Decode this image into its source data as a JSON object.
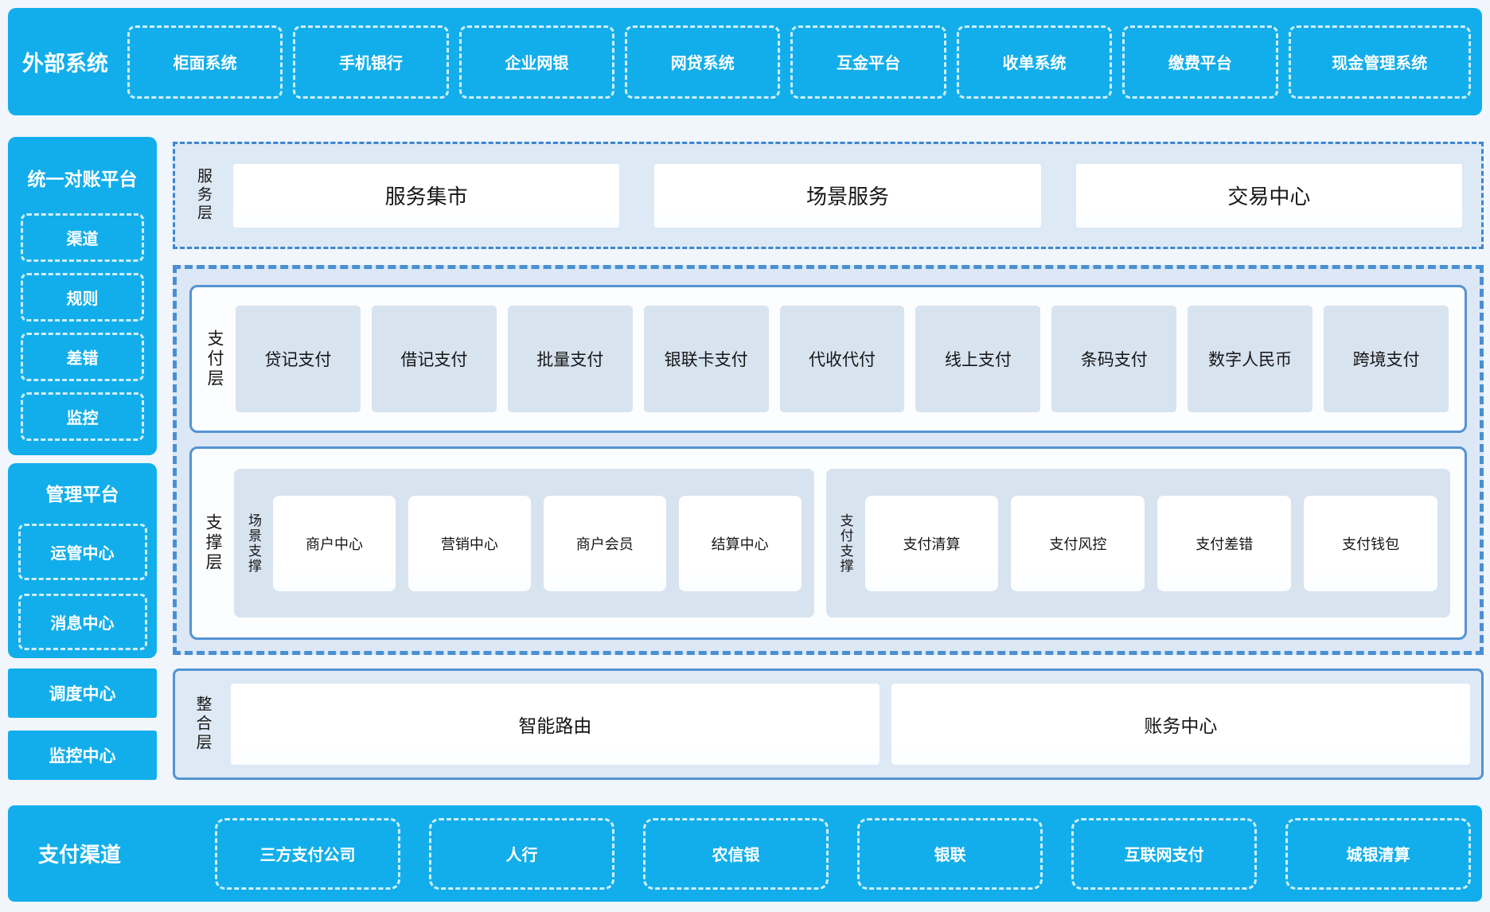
{
  "colors": {
    "banner_blue": "#12aeeb",
    "section_bg": "#dde9f5",
    "solid_border_blue": "#5493d3",
    "dashed_border_blue": "#4a8fd3",
    "lite_node_bg": "#d8e3f0",
    "page_bg": "#f0f6fc"
  },
  "top_banner": {
    "title": "外部系统",
    "items": [
      "柜面系统",
      "手机银行",
      "企业网银",
      "网贷系统",
      "互金平台",
      "收单系统",
      "缴费平台",
      "现金管理系统"
    ]
  },
  "sidebar": {
    "recon_platform": {
      "title": "统一对账平台",
      "items": [
        "渠道",
        "规则",
        "差错",
        "监控"
      ]
    },
    "mgmt_platform": {
      "title": "管理平台",
      "items": [
        "运管中心",
        "消息中心"
      ]
    },
    "dispatch_center": "调度中心",
    "monitor_center": "监控中心"
  },
  "service_layer": {
    "label": "服务层",
    "items": [
      "服务集市",
      "场景服务",
      "交易中心"
    ]
  },
  "payment_layer": {
    "label": "支付层",
    "items": [
      "贷记支付",
      "借记支付",
      "批量支付",
      "银联卡支付",
      "代收代付",
      "线上支付",
      "条码支付",
      "数字人民币",
      "跨境支付"
    ]
  },
  "support_layer": {
    "label": "支撑层",
    "groups": [
      {
        "label": "场景支撑",
        "items": [
          "商户中心",
          "营销中心",
          "商户会员",
          "结算中心"
        ]
      },
      {
        "label": "支付支撑",
        "items": [
          "支付清算",
          "支付风控",
          "支付差错",
          "支付钱包"
        ]
      }
    ]
  },
  "integration_layer": {
    "label": "整合层",
    "items": [
      "智能路由",
      "账务中心"
    ]
  },
  "bottom_banner": {
    "title": "支付渠道",
    "items": [
      "三方支付公司",
      "人行",
      "农信银",
      "银联",
      "互联网支付",
      "城银清算"
    ]
  }
}
